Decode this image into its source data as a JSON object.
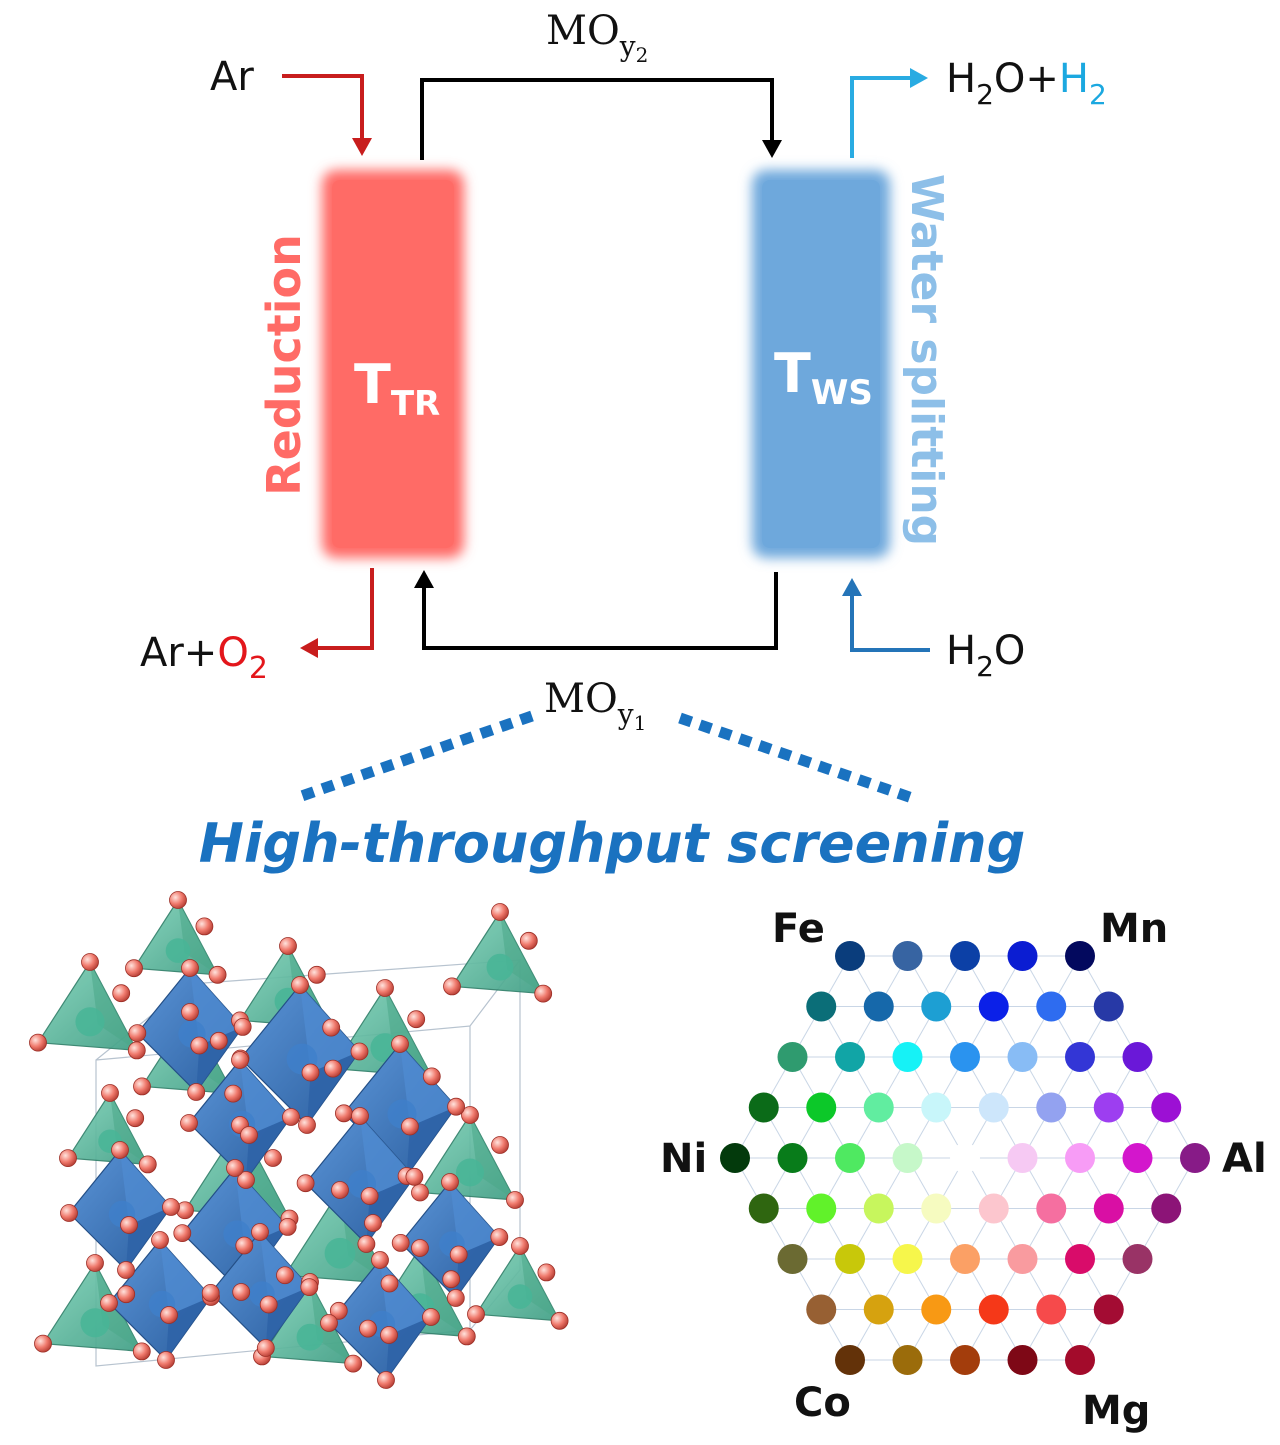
{
  "cycle": {
    "reduction_reactor": {
      "symbol": "T",
      "subscript": "TR",
      "side_label": "Reduction",
      "color": "#ff6b66"
    },
    "ws_reactor": {
      "symbol": "T",
      "subscript": "WS",
      "side_label": "Water splitting",
      "color": "#6ea8dc",
      "side_label_color": "#8dbfe8"
    },
    "top_oxide": {
      "base": "MO",
      "sub_letter": "y",
      "sub_index": "2"
    },
    "bottom_oxide": {
      "base": "MO",
      "sub_letter": "y",
      "sub_index": "1"
    },
    "reduction_in": {
      "text": "Ar"
    },
    "reduction_out": {
      "main": "Ar+",
      "accent": "O",
      "accent_sub": "2",
      "accent_color": "#e3161b"
    },
    "ws_in": {
      "main": "H",
      "sub": "2",
      "tail": "O"
    },
    "ws_out": {
      "main": "H",
      "sub": "2",
      "tail": "O+",
      "accent": "H",
      "accent_sub": "2",
      "accent_color": "#1ba8e0"
    },
    "colors": {
      "red_arrow": "#c81d1d",
      "blue_out_arrow": "#29abe2",
      "blue_in_arrow": "#2474b8",
      "cycle_arrow": "#000000"
    }
  },
  "screening": {
    "label": "High-throughput screening",
    "color": "#1a72c0"
  },
  "composition_map": {
    "corners": [
      "Fe",
      "Mn",
      "Ni",
      "Al",
      "Co",
      "Mg"
    ],
    "rows": [
      [
        "#0a3d7c",
        "#3764a2",
        "#0c40a6",
        "#0b1dd2",
        "#03095e"
      ],
      [
        "#0b6e78",
        "#1668aa",
        "#1d9fd3",
        "#0b20e8",
        "#2e6cf0",
        "#2739a6"
      ],
      [
        "#2f9b6f",
        "#11a5a6",
        "#16f2f6",
        "#2a93ef",
        "#88bcf5",
        "#3336d6",
        "#6a18d8"
      ],
      [
        "#0b6b18",
        "#0cc829",
        "#61eda0",
        "#c8f6fa",
        "#cde6fb",
        "#93a2f0",
        "#9d3ef0",
        "#9c10d4"
      ],
      [
        "#033a0c",
        "#087c1a",
        "#4fe961",
        "#c6f8c9",
        "#ffffff",
        "#f6c9f3",
        "#f79cf6",
        "#d316cc",
        "#871b87"
      ],
      [
        "#2f6610",
        "#61f22a",
        "#c7f65d",
        "#f6fbc0",
        "#fcc6ce",
        "#f56fa0",
        "#d90fa4",
        "#8c1477"
      ],
      [
        "#6b6a32",
        "#c8c80a",
        "#f6f64b",
        "#fba065",
        "#f99b9f",
        "#d90c6a",
        "#993366"
      ],
      [
        "#976033",
        "#d6a20f",
        "#f89914",
        "#f53818",
        "#f64a4b",
        "#a30c33"
      ],
      [
        "#633209",
        "#9b6c0b",
        "#a33d0c",
        "#7e0816",
        "#a30b2b"
      ]
    ]
  }
}
